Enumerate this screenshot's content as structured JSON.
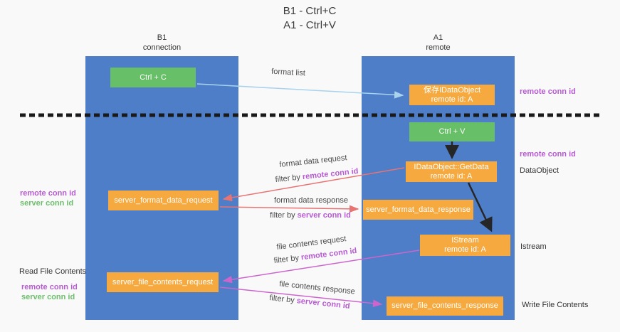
{
  "title": {
    "line1": "B1 - Ctrl+C",
    "line2": "A1 - Ctrl+V"
  },
  "lanes": {
    "left": {
      "header_line1": "B1",
      "header_line2": "connection"
    },
    "right": {
      "header_line1": "A1",
      "header_line2": "remote"
    }
  },
  "boxes": {
    "ctrl_c": {
      "label": "Ctrl + C"
    },
    "save_idataobject": {
      "line1": "保存IDataObject",
      "line2": "remote id: A"
    },
    "ctrl_v": {
      "label": "Ctrl + V"
    },
    "getdata": {
      "line1": "IDataObject::GetData",
      "line2": "remote id: A"
    },
    "format_request": {
      "label": "server_format_data_request"
    },
    "format_response": {
      "label": "server_format_data_response"
    },
    "istream": {
      "line1": "IStream",
      "line2": "remote id: A"
    },
    "file_request": {
      "label": "server_file_contents_request"
    },
    "file_response": {
      "label": "server_file_contents_response"
    }
  },
  "edge_labels": {
    "format_list": "format list",
    "format_data_request": "format data request",
    "format_data_response": "format data response",
    "file_contents_request": "file contents request",
    "file_contents_response": "file contents response",
    "filter_by": "filter by ",
    "remote_conn_id": "remote conn id",
    "server_conn_id": "server conn id"
  },
  "side_labels": {
    "remote_conn_id": "remote conn id",
    "server_conn_id": "server conn id",
    "dataobject": "DataObject",
    "istream": "Istream",
    "read_file_contents": "Read File Contents",
    "write_file_contents": "Write File Contents"
  },
  "colors": {
    "lane_blue": "#4d7ec7",
    "box_orange": "#f5a93f",
    "box_green": "#67bf67",
    "arrow_light_blue": "#a8d2ee",
    "arrow_salmon": "#e87373",
    "arrow_magenta": "#cc66cc",
    "arrow_black": "#262626",
    "text_purple": "#b75bd1",
    "text_green": "#6cbf6c"
  }
}
